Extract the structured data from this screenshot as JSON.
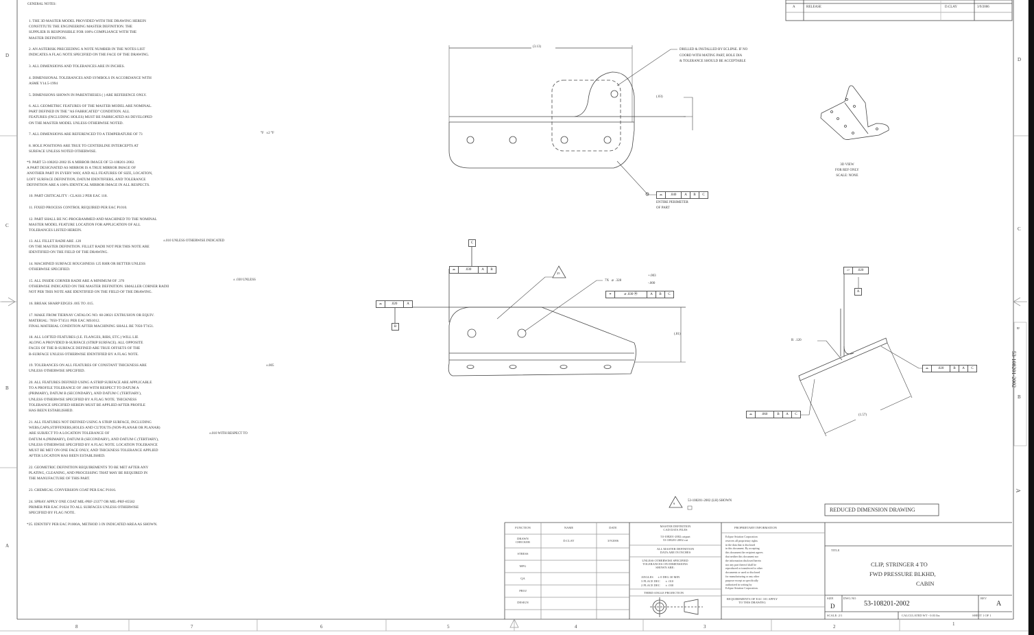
{
  "notes": {
    "title": "GENERAL NOTES:",
    "items": [
      "1. THE 3D MASTER MODEL  PROVIDED  WITH THE DRAWING HEREIN\n   CONSTITUTE  THE  ENGINEERING  MASTER  DEFINITION. THE\n   SUPPLIER IS  RESPONSIBLE FOR  100% COMPLIANCE WITH THE\n   MASTER DEFINITION.",
      "2. AN ASTERISK PRECEEDING A NOTE  NUMBER IN THE NOTES LIST\n   INDICATES A FLAG NOTE SPECIFIED ON  THE FACE OF THE DRAWING.",
      "3. ALL DIMENSIONS AND  TOLERANCES ARE IN INCHES.",
      "4. DIMENSIONAL TOLERANCES AND SYMBOLS IN ACCORDANCE WITH\n   ASME Y14.5-1994",
      "5. DIMENSIONS SHOWN IN PARENTHESES ( ) ARE REFERENCE ONLY.",
      "6. ALL GEOMETRIC FEATURES  OF  THE MASTER MODEL ARE NOMINAL.\n   PART DEFINED IN  THE  \"AS FABRICATED\" CONDITION. ALL\n   FEATURES (INCLUDING HOLES) MUST BE FABRICATED AS DEVELOPED\n   ON THE MASTER MODEL UNLESS OTHERWISE NOTED.",
      "7. ALL DIMENSIONS ARE REFERENCED TO A TEMPERATURE OF 73",
      "8. HOLE POSITIONS ARE TRUE TO CENTERLINE INTERCEPTS AT\n   SURFACE UNLESS NOTED OTHERWISE.",
      "*9. PART 53-108202-2002 IS A MIRROR IMAGE OF 53-108201-2002.\n   A PART DESIGNATED AS  MIRROR  IS A  TRUE  MIRROR IMAGE OF\n   ANOTHER  PART IN EVERY WAY, AND ALL FEATURES OF SIZE, LOCATION,\n   LOFT SURFACE DEFINITION, DATUM IDENTIFIERS, AND TOLERANCE\n   DEFINITION ARE A 100% IDENTICAL MIRROR IMAGE IN ALL RESPECTS.",
      "10. PART CRITICALITY : CLASS 2 PER EAC 118.",
      "11. FIXED PROCESS CONTROL REQUIRED PER EAC P1010.",
      "12. PART  SHALL  BE  NC-PROGRAMMED AND MACHINED TO THE NOMINAL\n   MASTER MODEL FEATURE LOCATION FOR APPLICATION OF ALL\n   TOLERANCES LISTED HEREIN.",
      "13. ALL  FILLET  RADII  ARE .120\n   ON THE MASTER DEFINITION. FILLET RADII NOT PER  THIS NOTE ARE\n   IDENTIFIED ON THE FIELD OF THE DRAWING.",
      "14. MACHINED SURFACE ROUGHNESS 125 RHR OR BETTER UNLESS\n   OTHERWISE SPECIFIED.",
      "15. ALL INSIDE CORNER RADII ARE A MINIMUM OF .370\n   OTHERWISE INDICATED ON THE MASTER DEFINITION. SMALLER CORNER RADII\n   NOT PER THIS NOTE ARE IDENTIFIED ON THE FIELD OF THE DRAWING.",
      "16. BREAK SHARP EDGES .005 TO .015.",
      "17. MAKE FROM TIERNAY CATALOG NO. 60-28021 EXTRUSION OR EQUIV.\n   MATERIAL: 7050-T74511 PER EAC MS1012.\n   FINAL MATERIAL CONDITION AFTER MACHINING SHALL BE 7050-T7451.",
      "18. ALL LOFTED FEATURES (I.E. FLANGES, RIBS, ETC.)  WILL  LIE\n   ALONG A PROVIDED  B-SURFACE (STRIP SURFACE).  ALL  OPPOSITE\n   FACES OF THE B-SURFACE DEFINED  ARE  TRUE  OFFSETS  OF  THE\n   B-SURFACE UNLESS OTHERWISE IDENTIFIED BY A FLAG NOTE.",
      "19. TOLERANCES ON ALL FEATURES OF CONSTANT THICKNESS ARE\n   UNLESS OTHERWISE SPECIFIED.",
      "20. ALL FEATURES DEFINED USING A STRIP SURFACE ARE APPLICABLE\n   TO A PROFILE TOLERANCE OF .060 WITH RESPECT TO DATUM A\n   (PRIMARY), DATUM B (SECONDARY), AND DATUM C (TERTIARY),\n   UNLESS OTHERWISE SPECIFIED BY A FLAG NOTE.  THICKNESS\n   TOLERANCE SPECIFIED HEREIN MUST BE APPLIED AFTER PROFILE\n   HAS BEEN ESTABLISHED.",
      "21. ALL FEATURES NOT DEFINED USING A STRIP SURFACE, INCLUDING\n   WEBS,CAPS,STIFFENERS,HOLES AND CUTOUTS  (NON-PLANAR OR PLANAR)\n   ARE SUBJECT TO A LOCATION TOLERANCE OF\n   DATUM A (PRIMARY), DATUM B (SECONDARY), AND DATUM C (TERTIARY),\n   UNLESS OTHERWISE SPECIFIED BY A FLAG NOTE.  LOCATION TOLERANCE\n   MUST BE MET ON ONE FACE ONLY, AND THICKNESS TOLERANCE APPLIED\n   AFTER LOCATION HAS BEEN ESTABLISHED.",
      "22. GEOMETRIC DEFINITION REQUIREMENTS  TO BE MET  AFTER ANY\n   PLATING, CLEANING, AND PROCESSING THAT MAY  BE REQUIRED IN\n   THE MANUFACTURE OF  THIS PART.",
      "23. CHEMICAL CONVERSION COAT PER EAC P1016.",
      "24. SPRAY APPLY ONE COAT MIL-PRF-23377 OR MIL-PRF-85582\n   PRIMER PER EAC P1024 TO ALL SURFACES UNLESS OTHERWISE\n   SPECIFIED BY FLAG NOTE.",
      "*25. IDENTIFY PER EAC P1000A, METHOD 3 IN INDICATED AREA AS SHOWN."
    ],
    "side": {
      "temp": "°F   ±2 °F",
      "fillet_tol": "±.010 UNLESS OTHERWISE INDICATED",
      "corner_tol": "± .030 UNLESS",
      "thickness_tol": "±.005",
      "location_tol": "±.010 WITH RESPECT TO"
    }
  },
  "zones": {
    "columns": [
      "8",
      "7",
      "6",
      "5",
      "4",
      "3",
      "2",
      "1"
    ],
    "rows_left": [
      "D",
      "C",
      "B",
      "A"
    ],
    "rows_right": [
      "D",
      "C",
      "B"
    ]
  },
  "revision": {
    "rev": "A",
    "description": "RELEASE",
    "by": "D.CLAY",
    "date": "3/9/2006"
  },
  "top_view": {
    "dim_length": "(3.13)",
    "dim_thk": "(.03)",
    "drill_note": "DRILLED & INSTALLED BY ECLIPSE. IF NO\nCOORD WITH MATING PART, HOLE DIA\n& TOLERANCE SHOULD BE ACCEPTABLE",
    "fcf": [
      "⌓",
      ".040",
      "A",
      "B",
      "C"
    ],
    "perimeter_note": "ENTIRE PERIMETER\nOF PART"
  },
  "front_view": {
    "fcf_top": [
      "⌓",
      ".030",
      "A",
      "B"
    ],
    "datum_c": "C",
    "fcf_left": [
      "⌓",
      ".020",
      "A"
    ],
    "datum_b": "B",
    "flag_25": "25",
    "hole_callout": "7X   ⌀  .328",
    "hole_tol_plus": "+.003",
    "hole_tol_minus": "-.000",
    "fcf_pos": [
      "⌖",
      "⌀ .030   Ⓜ",
      "A",
      "B",
      "C"
    ],
    "dim_height": "(.81)"
  },
  "side_view": {
    "fcf_flat": [
      "▱",
      ".020"
    ],
    "datum_a": "A",
    "radius": "R  .120",
    "fcf_right": [
      "⌓",
      ".020",
      "B",
      "A",
      "C"
    ],
    "fcf_left": [
      "⌓",
      ".060",
      "B",
      "A",
      "C"
    ],
    "dim_width": "(1.57)"
  },
  "iso_view": {
    "label": "3D VIEW\nFOR REF ONLY\nSCALE: NONE"
  },
  "flag_9": {
    "number": "9",
    "text": "53-108201-2002 (LH) SHOWN"
  },
  "reduced_label": "REDUCED DIMENSION DRAWING",
  "title_block": {
    "sign_headers": [
      "FUNCTION",
      "NAME",
      "DATE"
    ],
    "sign_rows": [
      {
        "function": "DRAWN\nCHECKER",
        "name": "D.CLAY",
        "date": "3/9/2006"
      },
      {
        "function": "STRESS",
        "name": "",
        "date": ""
      },
      {
        "function": "MFG",
        "name": "",
        "date": ""
      },
      {
        "function": "QA",
        "name": "",
        "date": ""
      },
      {
        "function": "PROJ",
        "name": "",
        "date": ""
      },
      {
        "function": "DESIGN",
        "name": "",
        "date": ""
      }
    ],
    "master_def_header": "MASTER DEFINITION\nCAD DATA FILES",
    "master_files": "53-108201-2002.catpart\n53-108201-2002.cat",
    "master_dims": "ALL MASTER DEFINITION\nDATA ARE IN INCHES",
    "tolerances_header": "UNLESS OTHERWISE SPECIFIED\nTOLERANCES ON DIMENSIONS\nSHOWN ARE:",
    "tol_angles": "ANGLES      ± 0 DEG 30 MIN",
    "tol_3place": "3 PLACE DEC       ± .010",
    "tol_2place": "2 PLACE DEC       ± .030",
    "projection": "THIRD ANGLE PROJECTION",
    "proprietary_header": "PROPRIETARY INFORMATION",
    "proprietary_text": "Eclipse Aviation Corporation\nreserves all proprietary rights\nin the data that is disclosed\nin this document. By accepting\nthis document the recipient agrees\nthat neither this document nor\nthe information disclosed herein\nnor any part thereof shall be\nreproduced or transferred to other\ndocuments or used or disclosed\nfor manufacturing or any other\npurpose except as specifically\nauthorized in writing by\nEclipse Aviation Corporation.",
    "requirements": "REQUIREMENTS OF EAC 101 APPLY\nTO THIS DRAWING",
    "title_label": "TITLE",
    "title_lines": [
      "CLIP, STRINGER 4 TO",
      "FWD PRESSURE BLKHD,",
      "CABIN"
    ],
    "size_label": "SIZE",
    "size": "D",
    "dwg_no_label": "DWG NO",
    "dwg_no": "53-108201-2002",
    "rev_label": "REV",
    "rev": "A",
    "scale": "SCALE: 2/1",
    "weight": "CALCULATED WT - 0.03 lbs",
    "sheet": "SHEET 1 OF 1"
  },
  "edge_strip": {
    "dwg_no": "53-108201-2002",
    "rev": "A",
    "size": "B"
  }
}
